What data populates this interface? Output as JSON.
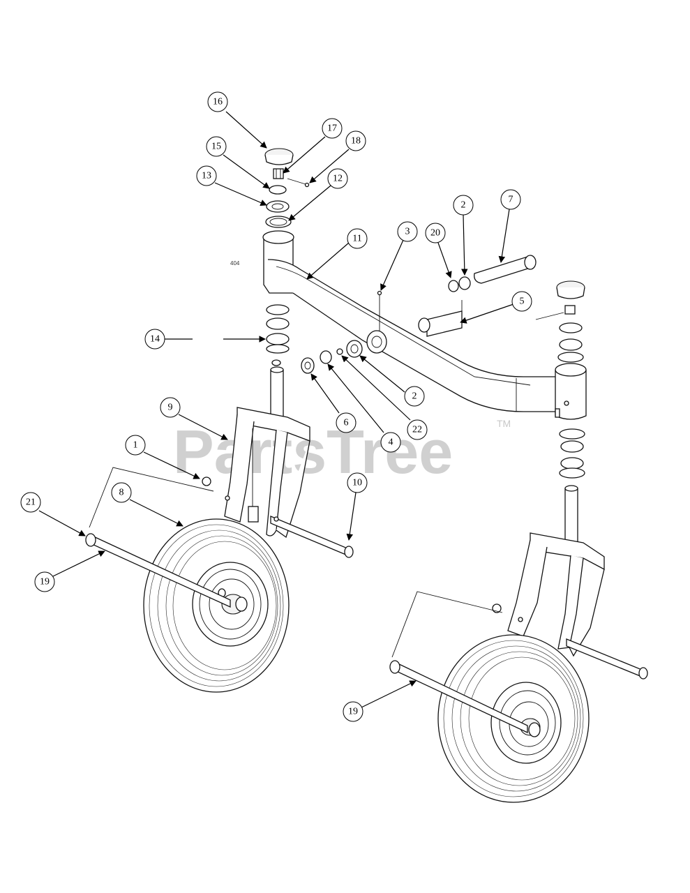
{
  "watermark": {
    "text": "PartsTree",
    "trademark": "TM"
  },
  "small_mark": "404",
  "callouts": [
    "16",
    "17",
    "18",
    "15",
    "13",
    "12",
    "11",
    "3",
    "2",
    "7",
    "20",
    "5",
    "14",
    "9",
    "1",
    "8",
    "21",
    "19",
    "6",
    "4",
    "22",
    "2",
    "10",
    "19"
  ]
}
